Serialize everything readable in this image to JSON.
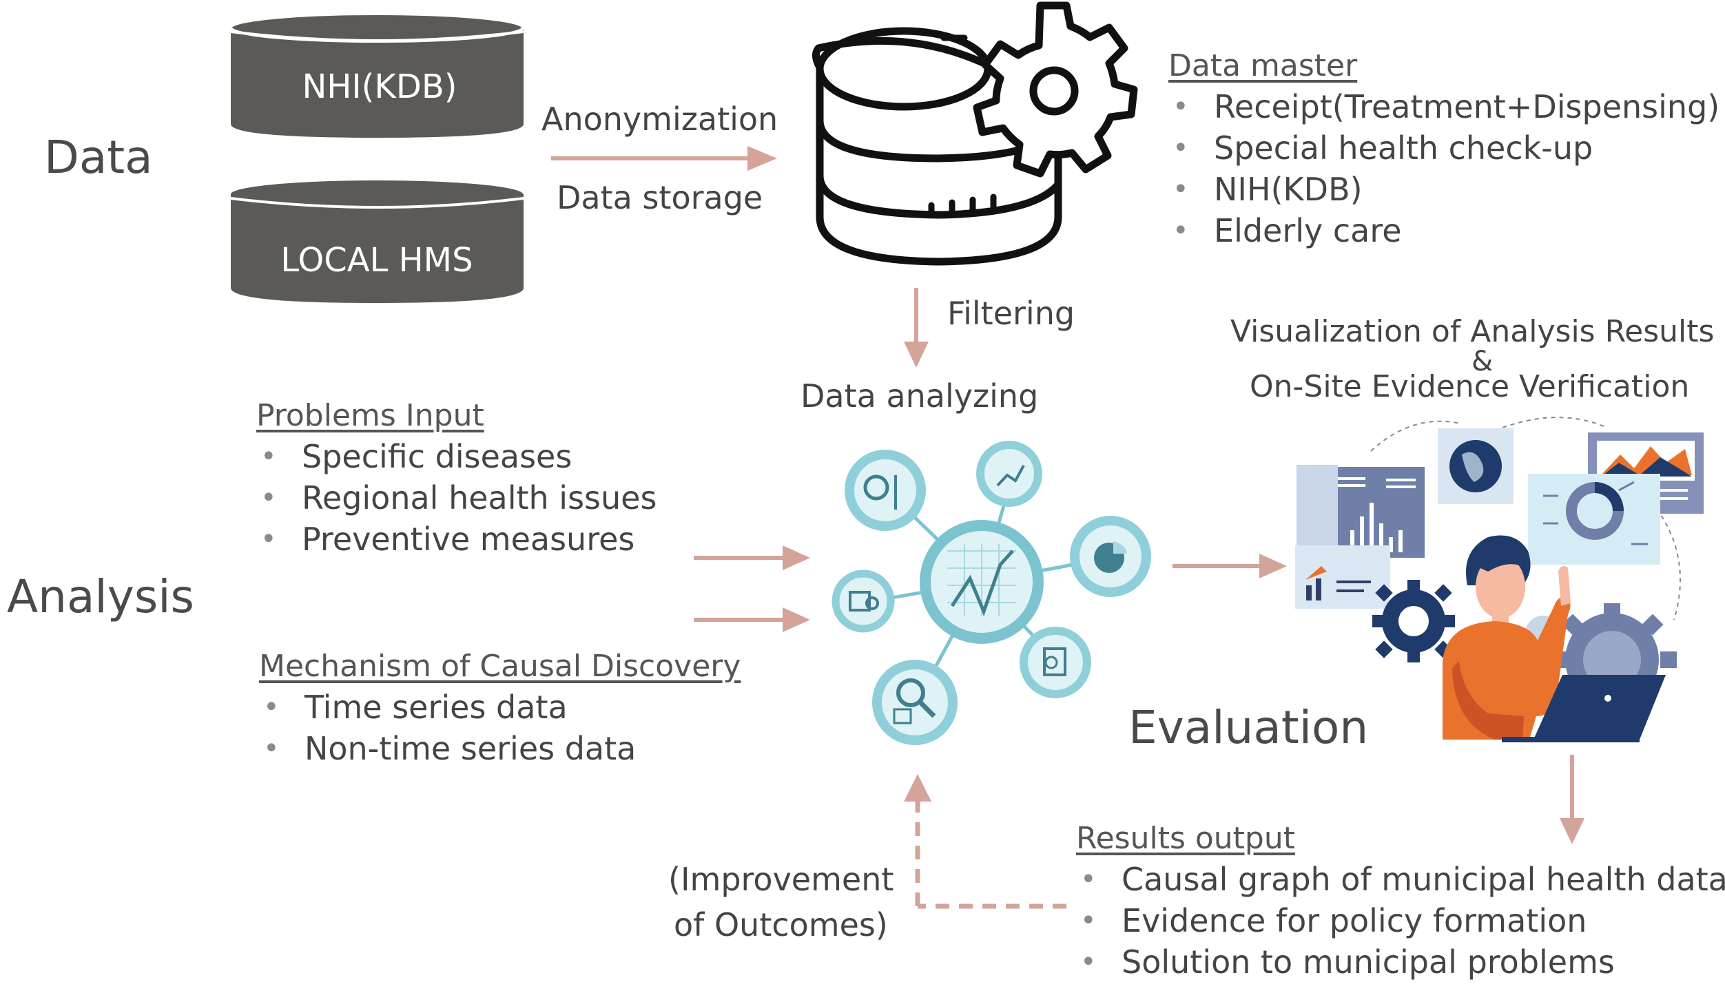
{
  "sections": {
    "data": "Data",
    "analysis": "Analysis",
    "evaluation": "Evaluation"
  },
  "databases": {
    "nhi": "NHI(KDB)",
    "local": "LOCAL HMS"
  },
  "arrows": {
    "anonymization": "Anonymization",
    "data_storage": "Data storage",
    "filtering": "Filtering",
    "data_analyzing": "Data analyzing",
    "improvement_line1": "(Improvement",
    "improvement_line2": "of Outcomes)"
  },
  "data_master": {
    "title": "Data master",
    "items": [
      "Receipt(Treatment+Dispensing)",
      "Special health check-up",
      "NIH(KDB)",
      "Elderly care"
    ]
  },
  "problems_input": {
    "title": "Problems Input",
    "items": [
      "Specific diseases",
      "Regional health issues",
      "Preventive measures"
    ]
  },
  "causal_discovery": {
    "title": "Mechanism of Causal Discovery",
    "items": [
      "Time series data",
      "Non-time series data"
    ]
  },
  "visualization": {
    "line1": "Visualization of Analysis Results",
    "amp": "&",
    "line2": "On-Site Evidence Verification"
  },
  "results_output": {
    "title": "Results output",
    "items": [
      "Causal graph of municipal health data",
      "Evidence for policy formation",
      "Solution to municipal problems"
    ]
  },
  "colors": {
    "arrow": "#d4a39a",
    "db_fill": "#5c5a57",
    "node_ring": "#8ecfd9",
    "node_fill": "#dff2f5",
    "hub_ring": "#7cc3d0"
  }
}
